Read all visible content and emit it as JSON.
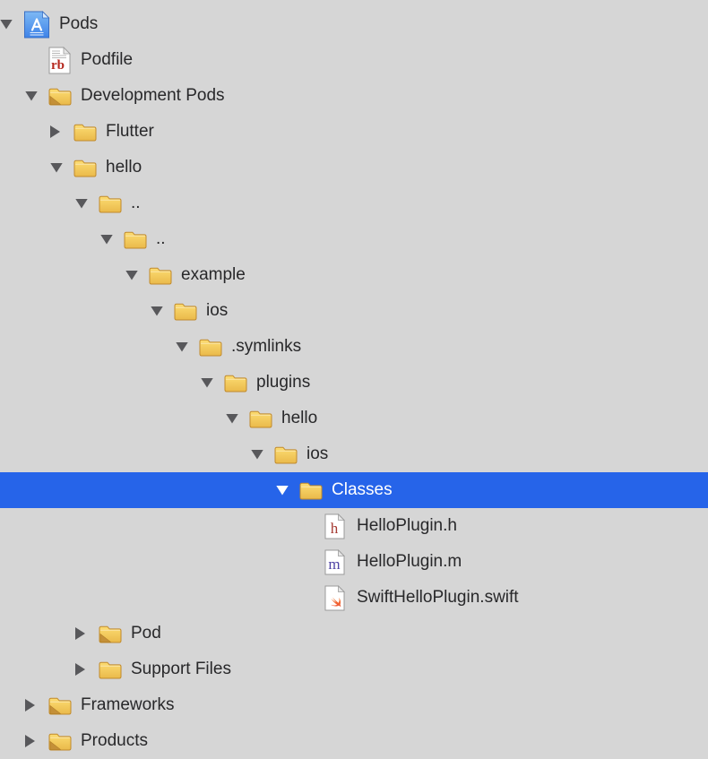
{
  "colors": {
    "background": "#d6d6d6",
    "selection": "#2664e9",
    "row_text": "#28282a",
    "selected_text": "#ffffff",
    "triangle": "#58585b",
    "folder_light": "#fcdc72",
    "folder_dark": "#eab94a",
    "folder_border": "#c08a2d",
    "fold_corner": "#c49038",
    "project_blue_light": "#7db9f5",
    "project_blue_dark": "#3f83e8",
    "ruby_letter_color": "#b5271d",
    "h_letter_color": "#a53a32",
    "m_letter_color": "#4f43a5",
    "swift_orange": "#ee5130"
  },
  "icons": {
    "ruby_letters": "rb",
    "h_letter": "h",
    "m_letter": "m"
  },
  "tree": {
    "rows": [
      {
        "label": "Pods",
        "level": 0,
        "disclosure": "expanded",
        "icon": "xcode-project",
        "selected": false
      },
      {
        "label": "Podfile",
        "level": 1,
        "disclosure": "none",
        "icon": "ruby-file",
        "selected": false
      },
      {
        "label": "Development Pods",
        "level": 1,
        "disclosure": "expanded",
        "icon": "folder-group",
        "selected": false
      },
      {
        "label": "Flutter",
        "level": 2,
        "disclosure": "collapsed",
        "icon": "folder",
        "selected": false
      },
      {
        "label": "hello",
        "level": 2,
        "disclosure": "expanded",
        "icon": "folder",
        "selected": false
      },
      {
        "label": "..",
        "level": 3,
        "disclosure": "expanded",
        "icon": "folder",
        "selected": false
      },
      {
        "label": "..",
        "level": 4,
        "disclosure": "expanded",
        "icon": "folder",
        "selected": false
      },
      {
        "label": "example",
        "level": 5,
        "disclosure": "expanded",
        "icon": "folder",
        "selected": false
      },
      {
        "label": "ios",
        "level": 6,
        "disclosure": "expanded",
        "icon": "folder",
        "selected": false
      },
      {
        "label": ".symlinks",
        "level": 7,
        "disclosure": "expanded",
        "icon": "folder",
        "selected": false
      },
      {
        "label": "plugins",
        "level": 8,
        "disclosure": "expanded",
        "icon": "folder",
        "selected": false
      },
      {
        "label": "hello",
        "level": 9,
        "disclosure": "expanded",
        "icon": "folder",
        "selected": false
      },
      {
        "label": "ios",
        "level": 10,
        "disclosure": "expanded",
        "icon": "folder",
        "selected": false
      },
      {
        "label": "Classes",
        "level": 11,
        "disclosure": "expanded",
        "icon": "folder",
        "selected": true
      },
      {
        "label": "HelloPlugin.h",
        "level": 12,
        "disclosure": "none",
        "icon": "file-h",
        "selected": false
      },
      {
        "label": "HelloPlugin.m",
        "level": 12,
        "disclosure": "none",
        "icon": "file-m",
        "selected": false
      },
      {
        "label": "SwiftHelloPlugin.swift",
        "level": 12,
        "disclosure": "none",
        "icon": "file-swift",
        "selected": false
      },
      {
        "label": "Pod",
        "level": 3,
        "disclosure": "collapsed",
        "icon": "folder-group",
        "selected": false
      },
      {
        "label": "Support Files",
        "level": 3,
        "disclosure": "collapsed",
        "icon": "folder",
        "selected": false
      },
      {
        "label": "Frameworks",
        "level": 1,
        "disclosure": "collapsed",
        "icon": "folder-group",
        "selected": false
      },
      {
        "label": "Products",
        "level": 1,
        "disclosure": "collapsed",
        "icon": "folder-group",
        "selected": false
      }
    ]
  }
}
